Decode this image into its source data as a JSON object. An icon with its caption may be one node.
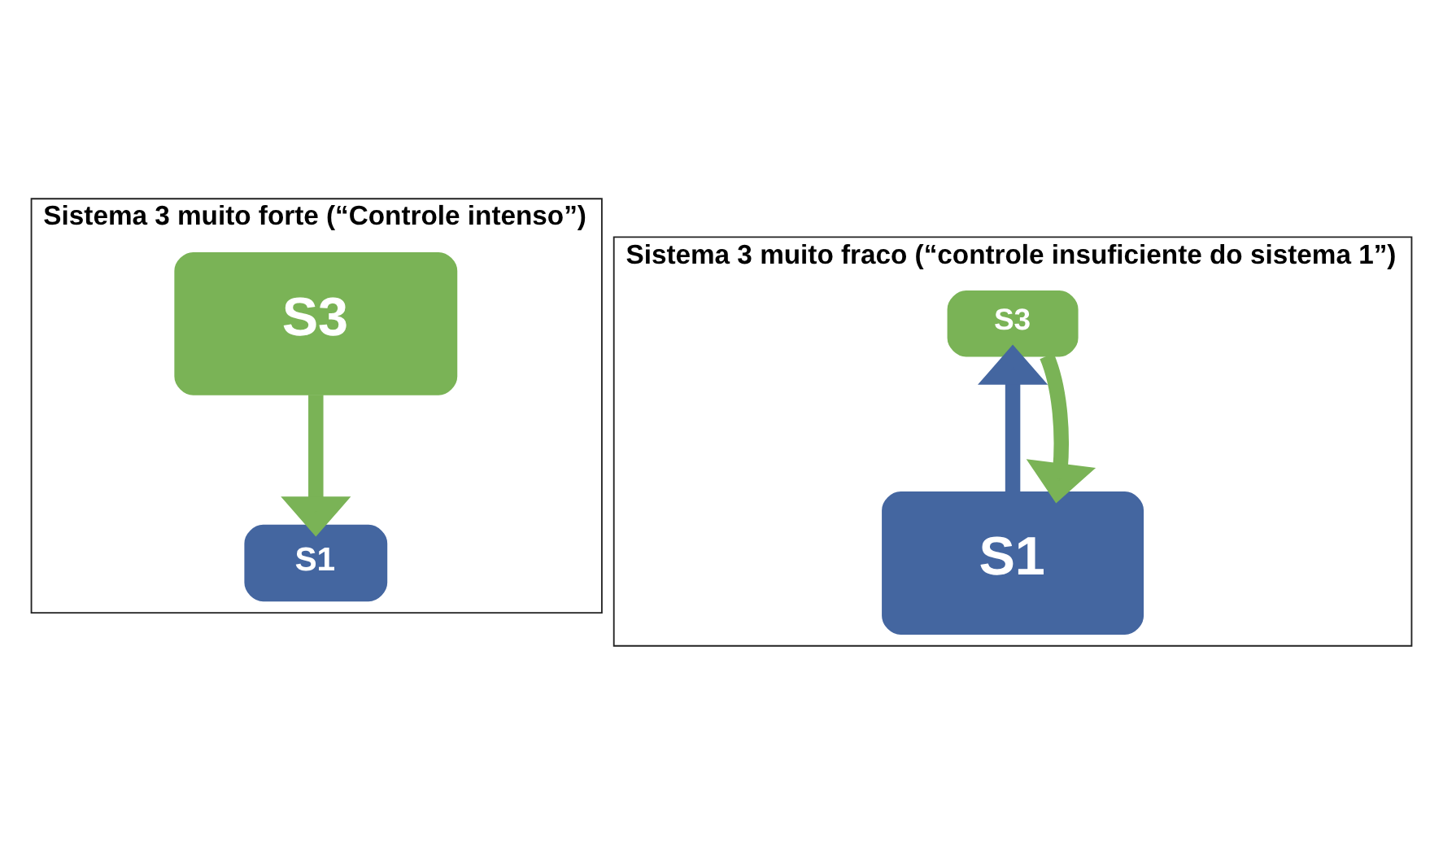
{
  "diagram": {
    "nodes": [
      {
        "text": [
          "Sistema 3 muito forte (“Controle intenso”)"
        ]
      },
      {
        "text": [
          "S3"
        ],
        "in": 0
      },
      {
        "text": [
          "S1"
        ],
        "in": 0
      },
      {
        "text": [
          "Sistema 3 muito fraco (“controle insuficiente do sistema 1”)"
        ]
      },
      {
        "text": [
          "S3"
        ],
        "in": 3
      },
      {
        "text": [
          "S1"
        ],
        "in": 3
      }
    ],
    "edges": [
      {
        "from": 1,
        "to": 2,
        "arrow": "to"
      },
      {
        "from": 5,
        "to": 4,
        "arrow": "to",
        "color": "#4466a0"
      },
      {
        "from": 4,
        "to": 5,
        "arrow": "to"
      }
    ]
  }
}
